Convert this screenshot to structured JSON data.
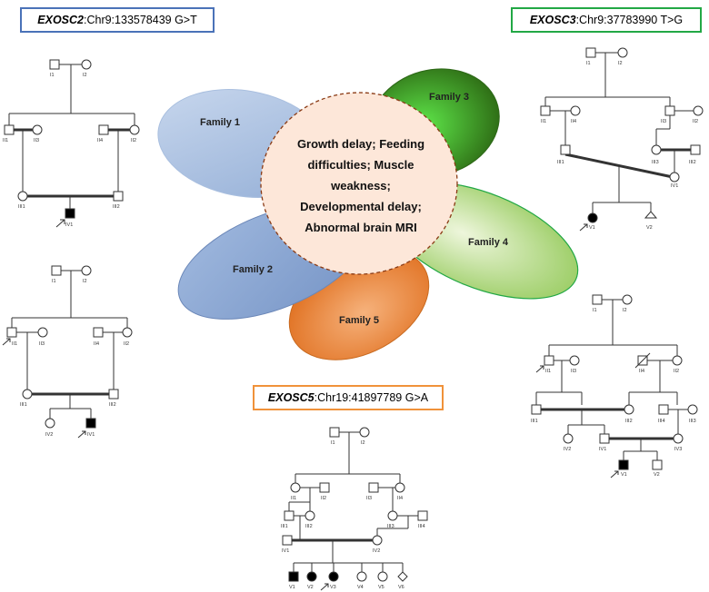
{
  "genes": [
    {
      "id": "exosc2",
      "name": "EXOSC2",
      "separator": ":",
      "variant": " Chr9:133578439 G>T",
      "color": "#4a72b8"
    },
    {
      "id": "exosc3",
      "name": "EXOSC3",
      "separator": " :",
      "variant": " Chr9:37783990 T>G",
      "color": "#22a845"
    },
    {
      "id": "exosc5",
      "name": "EXOSC5",
      "separator": ":",
      "variant": " Chr19:41897789 G>A",
      "color": "#f0923a"
    }
  ],
  "families": [
    "Family 1",
    "Family 2",
    "Family 3",
    "Family 4",
    "Family 5"
  ],
  "center_text": [
    "Growth delay; Feeding",
    "difficulties; Muscle",
    "weakness;",
    "Developmental delay;",
    "Abnormal brain MRI"
  ],
  "individuals": {
    "gen1": [
      "I1",
      "I2"
    ],
    "gen2": [
      "II1",
      "II2",
      "II3",
      "II4"
    ],
    "gen3": [
      "III1",
      "III2",
      "III3",
      "III4"
    ],
    "gen4": [
      "IV1",
      "IV2",
      "IV3"
    ],
    "gen5": [
      "V1",
      "V2",
      "V3",
      "V4",
      "V5",
      "V6"
    ]
  },
  "colors": {
    "family1": "#a9bfdf",
    "family2": "#8fa9d2",
    "family3": "#3f8f1f",
    "family4": "#cfe3b0",
    "family5": "#f08a3a",
    "center": "#fde7d9"
  }
}
